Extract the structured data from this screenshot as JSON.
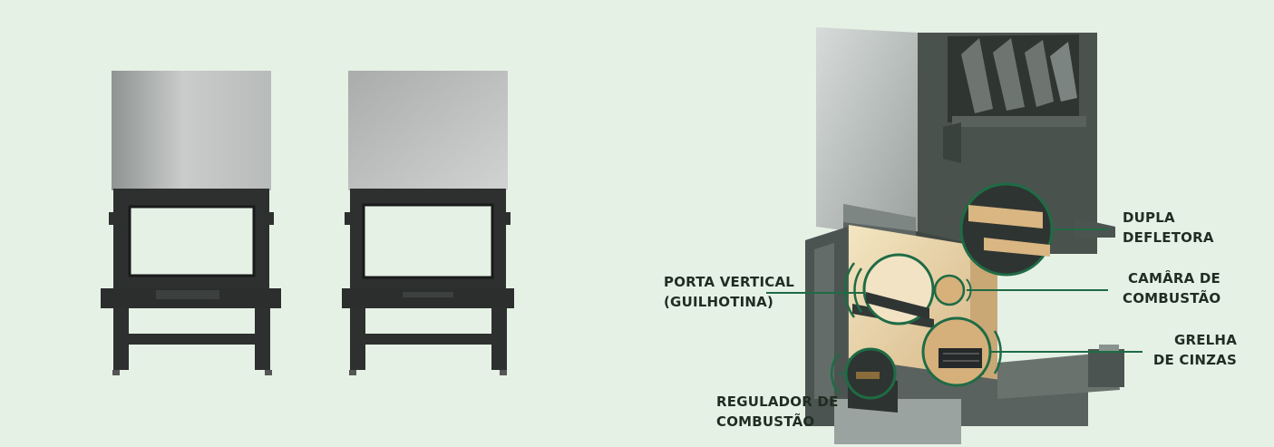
{
  "labels": {
    "porta": {
      "line1": "PORTA VERTICAL",
      "line2": "(GUILHOTINA)"
    },
    "regulador": {
      "line1": "REGULADOR DE",
      "line2": "COMBUSTÃO"
    },
    "dupla": {
      "line1": "DUPLA",
      "line2": "DEFLETORA"
    },
    "camara": {
      "line1": "CAMÂRA DE",
      "line2": "COMBUSTÃO"
    },
    "grelha": {
      "line1": "GRELHA",
      "line2": "DE CINZAS"
    }
  },
  "colors": {
    "background": "#e6f1e6",
    "accent": "#1f6b45",
    "label_text": "#1f2d22",
    "stove_body": "#2b2e2c"
  }
}
